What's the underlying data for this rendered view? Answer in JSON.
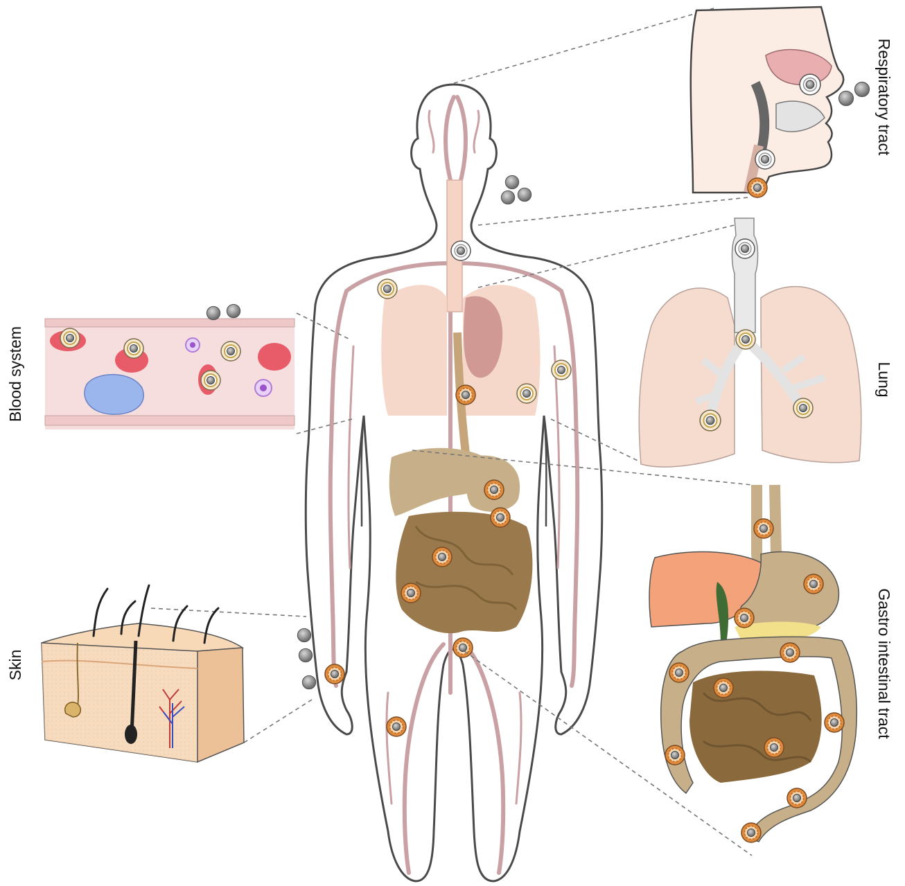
{
  "labels": {
    "respiratory_tract": "Respiratory tract",
    "lung": "Lung",
    "gastro_intestinal_tract": "Gastro intestinal tract",
    "blood_system": "Blood system",
    "skin": "Skin"
  },
  "colors": {
    "body_outline": "#4a4a4a",
    "vessel": "#c9a0a4",
    "lung_fill": "#f6d6c8",
    "heart_fill": "#c88a86",
    "intestine_fill": "#9a7a4c",
    "stomach_fill": "#c7b089",
    "liver_fill": "#f4a27a",
    "gallbladder_fill": "#3f6b35",
    "skin_fill": "#f4cfa8",
    "blood_bg": "#f7dede",
    "red_cell": "#e85b68",
    "particle_gray": "#888888",
    "particle_ring_yellow": "#e9c96a",
    "particle_ring_orange": "#e07a2e"
  },
  "icons": [
    "gray-particle",
    "coated-particle",
    "uptaken-particle"
  ]
}
